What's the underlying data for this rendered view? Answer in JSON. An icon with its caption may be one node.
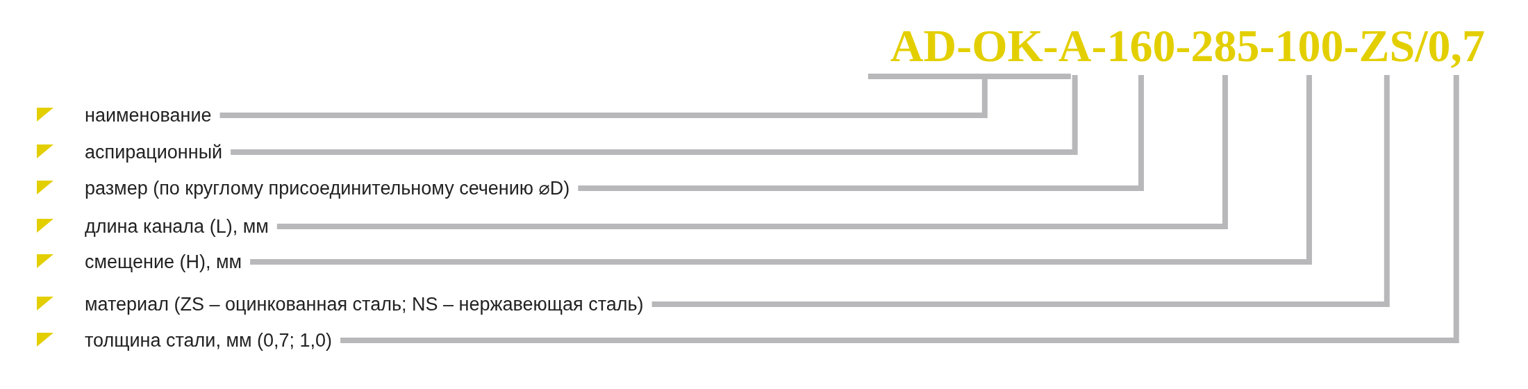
{
  "diagram": {
    "nodes": [
      {
        "text": [
          "AD-OK"
        ]
      },
      {
        "text": [
          "A"
        ]
      },
      {
        "text": [
          "160"
        ]
      },
      {
        "text": [
          "285"
        ]
      },
      {
        "text": [
          "100"
        ]
      },
      {
        "text": [
          "ZS"
        ]
      },
      {
        "text": [
          "0,7"
        ]
      },
      {
        "text": [
          "наименование"
        ]
      },
      {
        "text": [
          "аспирационный"
        ]
      },
      {
        "text": [
          "размер (по круглому присоединительному сечению ⌀D)"
        ]
      },
      {
        "text": [
          "длина канала (L), мм"
        ]
      },
      {
        "text": [
          "смещение (H), мм"
        ]
      },
      {
        "text": [
          "материал (ZS – оцинкованная сталь; NS – нержавеющая сталь)"
        ]
      },
      {
        "text": [
          "толщина стали, мм (0,7; 1,0)"
        ]
      }
    ],
    "edges": [
      {
        "from": 7,
        "to": 0,
        "arrow": "none"
      },
      {
        "from": 8,
        "to": 1,
        "arrow": "none"
      },
      {
        "from": 9,
        "to": 2,
        "arrow": "none"
      },
      {
        "from": 10,
        "to": 3,
        "arrow": "none"
      },
      {
        "from": 11,
        "to": 4,
        "arrow": "none"
      },
      {
        "from": 12,
        "to": 5,
        "arrow": "none"
      },
      {
        "from": 13,
        "to": 6,
        "arrow": "none"
      }
    ],
    "labels": [
      "-",
      "-",
      "-",
      "-",
      "-",
      "/"
    ]
  }
}
